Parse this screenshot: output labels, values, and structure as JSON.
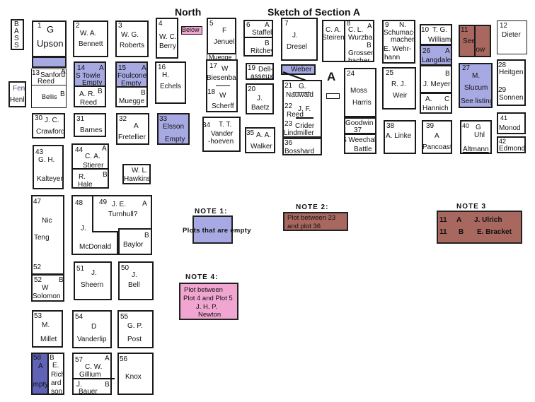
{
  "header": {
    "north": "North",
    "title": "Sketch of Section A",
    "section_marker": "A"
  },
  "colors": {
    "empty_plot": "#a7a9e2",
    "empty_plot_dark": "#5f62b5",
    "note2_plot": "#a8675f",
    "note3_plot": "#a8675f",
    "note4_plot": "#f0a6d0"
  },
  "plots": {
    "bass": "B A S S",
    "p1": {
      "num": "1",
      "line1": "G",
      "line2": "Upson"
    },
    "p2": {
      "num": "2",
      "line1": "W. A.",
      "line2": "Bennett"
    },
    "p3": {
      "num": "3",
      "line1": "W. G.",
      "line2": "Roberts"
    },
    "p4": {
      "num": "4",
      "line1": "W. C.",
      "line2": "Berry"
    },
    "below_label": "Below",
    "p5": {
      "num": "5",
      "line1": "F",
      "line2": "Jenuel",
      "line3": "Muegge"
    },
    "p6": {
      "num": "6",
      "a": "A",
      "line1": "Staffel",
      "b": "B",
      "line2": "Ritchey"
    },
    "p7": {
      "num": "7",
      "line1": "J.",
      "line2": "Dresel"
    },
    "steiren": {
      "line1": "C. A.",
      "line2": "Steiren"
    },
    "p8": {
      "num": "8",
      "a": "A",
      "line1": "C. L.",
      "line2": "Wurzba.",
      "b": "B",
      "line3": "Grossen",
      "line4": "bacher"
    },
    "p9": {
      "num": "9",
      "line0": "N.",
      "line1": "Schumac-",
      "line2": "macher",
      "line3": "E. Wehr-",
      "line4": "hann"
    },
    "p10": {
      "num": "10",
      "line1": "T. G.",
      "line2": "Williams"
    },
    "p11": {
      "num": "11",
      "line1": "See",
      "line2": "Below"
    },
    "p12": {
      "num": "12",
      "line1": "Dieter"
    },
    "fen": {
      "line1": "Fen",
      "line2": "Henl"
    },
    "p13": {
      "num": "13",
      "a": "A",
      "line1": "Sanford",
      "line2": "Reed",
      "b": "B",
      "line3": "Bellis"
    },
    "p14": {
      "num": "14",
      "a": "A",
      "line1": "S Towle",
      "line2": "Empty",
      "b": "B",
      "line3": "A. R.",
      "line4": "Reed"
    },
    "p15": {
      "num": "15",
      "a": "A",
      "line1": "Foulconer",
      "line2": "Empty",
      "b": "B",
      "line3": "Muegge"
    },
    "p16": {
      "num": "16",
      "line1": "H.",
      "line2": "Echels"
    },
    "p17": {
      "num": "17",
      "line1": "W",
      "line2": "Biesenback"
    },
    "p18": {
      "num": "18",
      "line1": "W",
      "line2": "Scherff"
    },
    "p19": {
      "num": "19",
      "line1": "Dell-",
      "line2": "asseux"
    },
    "weber": "Weber",
    "p20": {
      "num": "20",
      "line1": "J.",
      "line2": "Baetz"
    },
    "p21": {
      "num": "21",
      "line1": "G.",
      "line2": "Nauwald"
    },
    "p22": {
      "num": "22",
      "line1": "J. F.",
      "line2": "Reed"
    },
    "p23": {
      "num": "23",
      "line1": "Crider",
      "line2": "Lindmiller"
    },
    "p36": {
      "num": "36",
      "line1": "Bosshard"
    },
    "p24": {
      "num": "24",
      "line1": "Moss",
      "line2": "Harris"
    },
    "p37": {
      "line1": "Goodwin",
      "num": "37"
    },
    "weechal": {
      "line1": "$ Weechal",
      "line2": "Battle"
    },
    "p25": {
      "num": "25",
      "line1": "R. J.",
      "line2": "Weir"
    },
    "p26": {
      "num": "26",
      "a": "A",
      "line1": "Langdale",
      "b": "B",
      "line2": "J. Meyer"
    },
    "hannich": {
      "a": "A.",
      "c": "C",
      "line1": "Hannich"
    },
    "p27": {
      "num": "27",
      "line1": "M.",
      "line2": "Slucum",
      "line3": "See listing"
    },
    "p28": {
      "num": "28",
      "line1": "Heitgen",
      "num2": "29",
      "line2": "Sonnen"
    },
    "p30": {
      "num": "30",
      "line1": "J. C.",
      "line2": "Crawford"
    },
    "p31": {
      "num": "31",
      "line1": "Barnes"
    },
    "p32": {
      "num": "32",
      "line1": "A",
      "line2": "Fretellier"
    },
    "p33": {
      "num": "33",
      "line1": "Elsson",
      "line2": "Empty"
    },
    "p34": {
      "num": "34",
      "line1": "T. T.",
      "line2": "Vander",
      "line3": "-hoeven"
    },
    "p35": {
      "num": "35",
      "line1": "A. A.",
      "line2": "Walker"
    },
    "p38": {
      "num": "38",
      "line1": "A. Linke"
    },
    "p39": {
      "num": "39",
      "line1": "A",
      "line2": "Pancoast"
    },
    "p40": {
      "num": "40",
      "line1": "G",
      "line2": "Uhl",
      "line3": "Altmann"
    },
    "p41": {
      "num": "41",
      "line1": "Monod"
    },
    "p42": {
      "num": "42",
      "line1": "Edmonds"
    },
    "p43": {
      "num": "43",
      "line1": "G. H.",
      "line2": "Kalteyer"
    },
    "p44": {
      "num": "44",
      "a": "A",
      "line1": "C. A.",
      "line2": "Stierer",
      "b": "B",
      "line3": "R.",
      "line4": "Hale"
    },
    "hawkins": {
      "line1": "W. L.",
      "line2": "Hawkins"
    },
    "p47": {
      "num": "47",
      "line1": "Nic",
      "line2": "Teng",
      "num2": "52"
    },
    "p48": {
      "num": "48",
      "line1": "J.",
      "line2": "McDonald"
    },
    "p49": {
      "num": "49",
      "line1": "J.  E.",
      "a": "A",
      "line2": "Turnhull?",
      "b": "B",
      "line3": "Baylor"
    },
    "p52": {
      "num": "52",
      "b": "B",
      "line1": "W",
      "line2": "Solomon"
    },
    "p51": {
      "num": "51",
      "line1": "J.",
      "line2": "Sheern"
    },
    "p50": {
      "num": "50",
      "line1": "J.",
      "line2": "Bell"
    },
    "p53": {
      "num": "53",
      "line1": "M.",
      "line2": "Millet"
    },
    "p54": {
      "num": "54",
      "line1": "D",
      "line2": "Vanderlip"
    },
    "p55": {
      "num": "55",
      "line1": "G. P.",
      "line2": "Post"
    },
    "p58": {
      "num": "58",
      "line1": "A",
      "line2": "Empty"
    },
    "p58b": {
      "b": "B",
      "line1": "E.",
      "line2": "Rich",
      "line3": "ard",
      "line4": "son"
    },
    "p57": {
      "num": "57",
      "a": "A",
      "line1": "C. W.",
      "line2": "Gillium",
      "line3": "J.",
      "b": "B",
      "line4": "Bauer"
    },
    "p56": {
      "num": "56",
      "line1": "Knox"
    }
  },
  "notes": {
    "note1": {
      "title": "NOTE  1:",
      "text": "Plots that are empty"
    },
    "note2": {
      "title": "NOTE  2:",
      "line1": "Plot  between  23",
      "line2": "and  plot  36"
    },
    "note3": {
      "title": "NOTE  3",
      "row1": [
        "11",
        "A",
        "J. Ulrich"
      ],
      "row2": [
        "11",
        "B",
        "E. Bracket"
      ]
    },
    "note4": {
      "title": "NOTE  4:",
      "line1": "Plot between",
      "line2": "Plot 4 and Plot 5",
      "line3": "J. H. P.",
      "line4": "Newton"
    }
  }
}
